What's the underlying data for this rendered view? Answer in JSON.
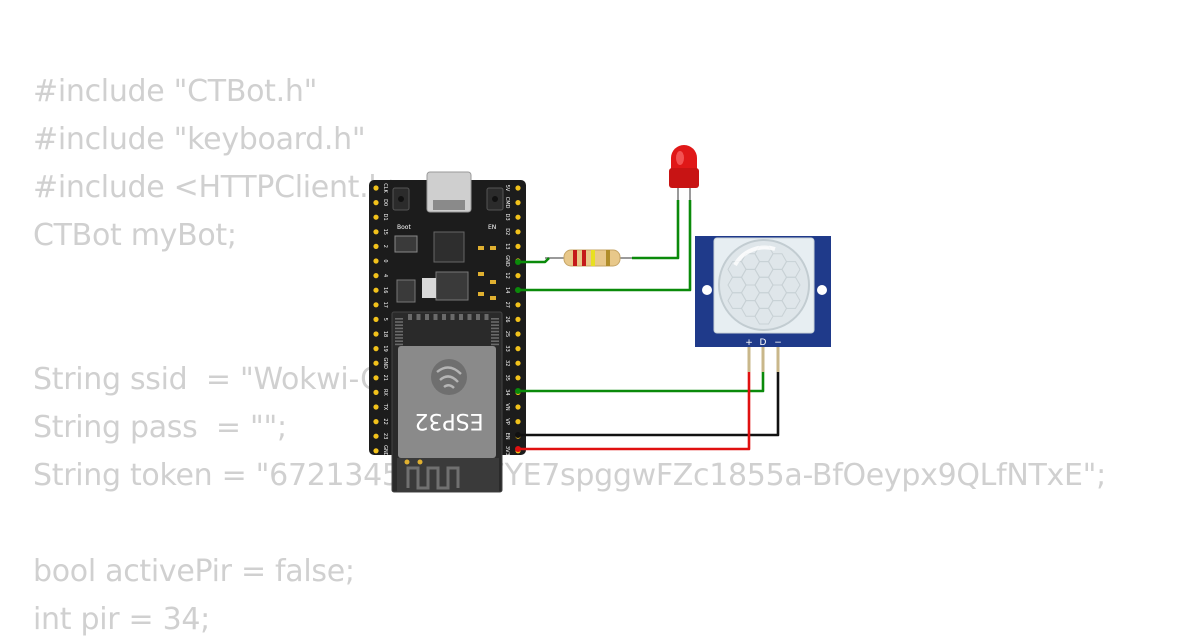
{
  "code_lines": [
    "#include \"CTBot.h\"",
    "#include \"keyboard.h\"",
    "#include <HTTPClient.h>",
    "CTBot myBot;",
    "",
    "",
    "String ssid  = \"Wokwi-GUEST\";",
    "String pass  = \"\";",
    "String token = \"6721345 LJzVkFYE7spggwFZc1855a-BfOeypx9QLfNTxE\";",
    "",
    "bool activePir = false;",
    "int pir = 34;"
  ],
  "esp32": {
    "chip_label": "ESP32",
    "boot_label": "Boot",
    "en_label": "EN",
    "left_pins": [
      "CLK",
      "D0",
      "D1",
      "15",
      "2",
      "0",
      "4",
      "16",
      "17",
      "5",
      "18",
      "19",
      "GND",
      "21",
      "RX",
      "TX",
      "22",
      "23",
      "GND"
    ],
    "right_pins": [
      "5V",
      "CMD",
      "D3",
      "D2",
      "13",
      "GND",
      "12",
      "14",
      "27",
      "26",
      "25",
      "33",
      "32",
      "35",
      "34",
      "VN",
      "VP",
      "EN",
      "3V3"
    ]
  },
  "pir": {
    "pins": [
      "+",
      "D",
      "−"
    ]
  },
  "colors": {
    "wire_green": "#0a8a0a",
    "wire_red": "#e01010",
    "wire_black": "#111111",
    "board": "#1c1c1c",
    "pir_board": "#1f3a8a",
    "led": "#e01818"
  }
}
